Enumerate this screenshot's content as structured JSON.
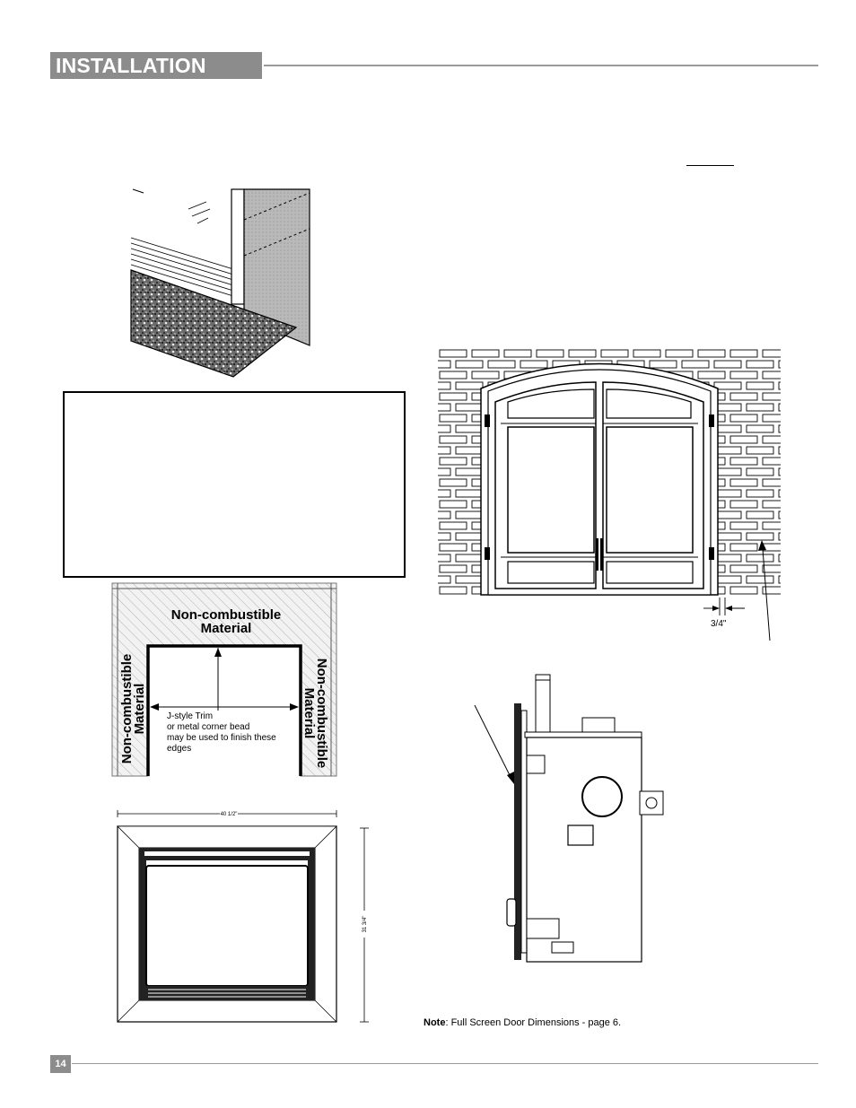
{
  "header": {
    "section_title": "INSTALLATION"
  },
  "footer": {
    "page_number": "14"
  },
  "diagram_framing": {
    "label_top": "Non-combustible",
    "label_top_line2": "Material",
    "label_left": "Non-combustible",
    "label_left_line2": "Material",
    "label_right": "Non-combustible",
    "label_right_line2": "Material",
    "trim_note_line1": "J-style Trim",
    "trim_note_line2": "or metal corner bead",
    "trim_note_line3": "may be used to finish these",
    "trim_note_line4": "edges"
  },
  "diagram_brick": {
    "gap_label": "3/4\""
  },
  "diagram_front": {
    "width_dim": "40 1/2\"",
    "height_dim": "31 3/4\""
  },
  "note": {
    "label": "Note",
    "text": ": Full Screen Door Dimensions - page 6."
  }
}
